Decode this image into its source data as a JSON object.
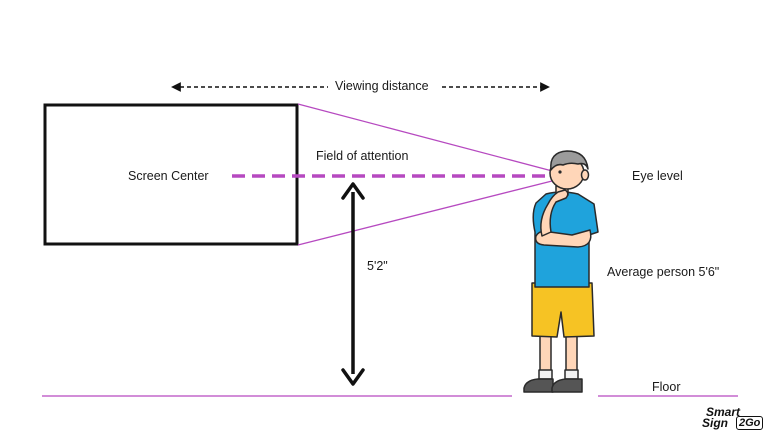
{
  "labels": {
    "viewing_distance": "Viewing distance",
    "field_of_attention": "Field of attention",
    "screen_center": "Screen Center",
    "eye_level": "Eye level",
    "height_measure": "5'2\"",
    "average_person": "Average person 5'6\"",
    "floor": "Floor"
  },
  "logo": {
    "line1": "Smart",
    "line2": "Sign",
    "line3": "2Go"
  },
  "colors": {
    "accent": "#b649c0",
    "outline": "#111111",
    "shirt": "#1fa3dc",
    "shorts": "#f6c324",
    "skin": "#ffd6b8",
    "hair": "#9b9b9b"
  },
  "icons": [
    "person-illustration",
    "double-arrow-icon",
    "dashed-arrow-icon"
  ]
}
